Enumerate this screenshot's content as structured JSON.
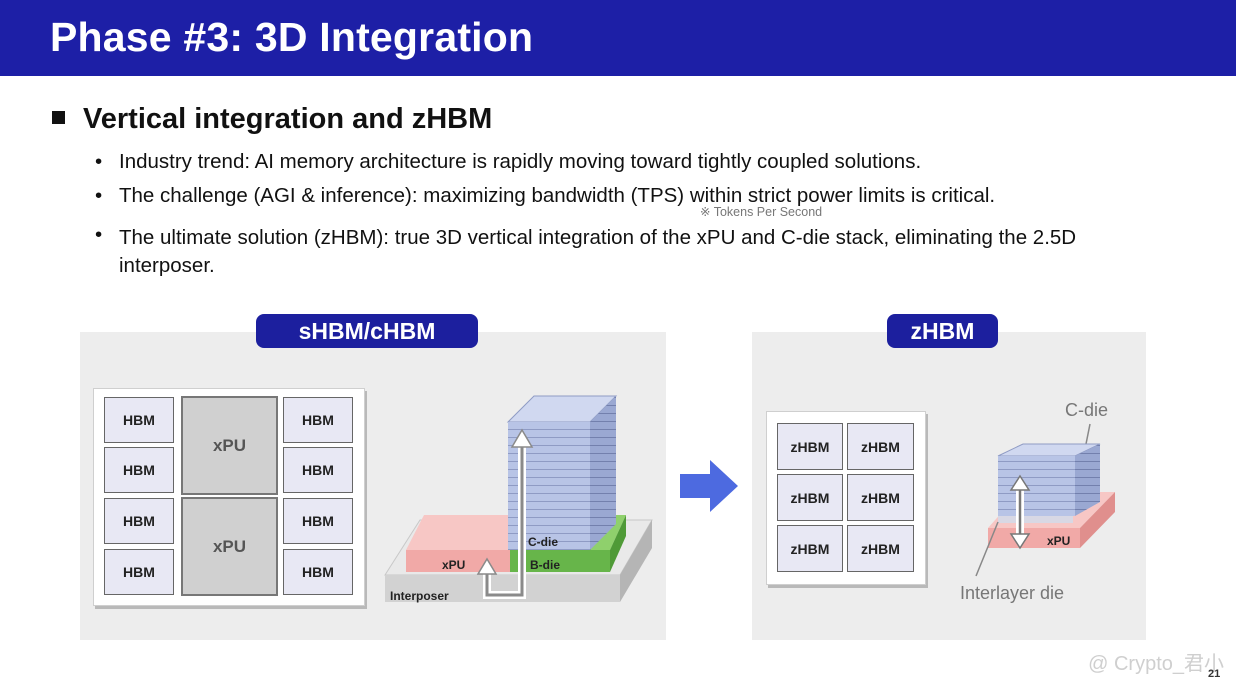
{
  "title": "Phase #3: 3D Integration",
  "section_heading": "Vertical integration and zHBM",
  "bullets": [
    "Industry trend: AI memory architecture is rapidly moving toward tightly coupled solutions.",
    "The challenge (AGI & inference): maximizing bandwidth (TPS) within strict power limits is critical.",
    "The ultimate solution (zHBM): true 3D vertical integration of the xPU and C-die stack, eliminating the 2.5D interposer."
  ],
  "footnote": "※ Tokens Per Second",
  "left_panel": {
    "label": "sHBM/cHBM",
    "hbm_cells": [
      "HBM",
      "HBM",
      "HBM",
      "HBM",
      "HBM",
      "HBM",
      "HBM",
      "HBM"
    ],
    "xpu_cells": [
      "xPU",
      "xPU"
    ],
    "stack_labels": {
      "cdie": "C-die",
      "bdie": "B-die",
      "xpu": "xPU",
      "interposer": "Interposer"
    }
  },
  "right_panel": {
    "label": "zHBM",
    "zhbm_cells": [
      "zHBM",
      "zHBM",
      "zHBM",
      "zHBM",
      "zHBM",
      "zHBM"
    ],
    "stack_labels": {
      "cdie": "C-die",
      "xpu": "xPU",
      "interlayer": "Interlayer die"
    }
  },
  "colors": {
    "title_bar": "#1d1fa6",
    "pill": "#1c1f9e",
    "arrow": "#4d6ae0",
    "cdie": "#b8c4e6",
    "bdie": "#67b54a",
    "xpu_die": "#f1a9a7"
  },
  "watermark": "@ Crypto_君小",
  "page_number": "21"
}
